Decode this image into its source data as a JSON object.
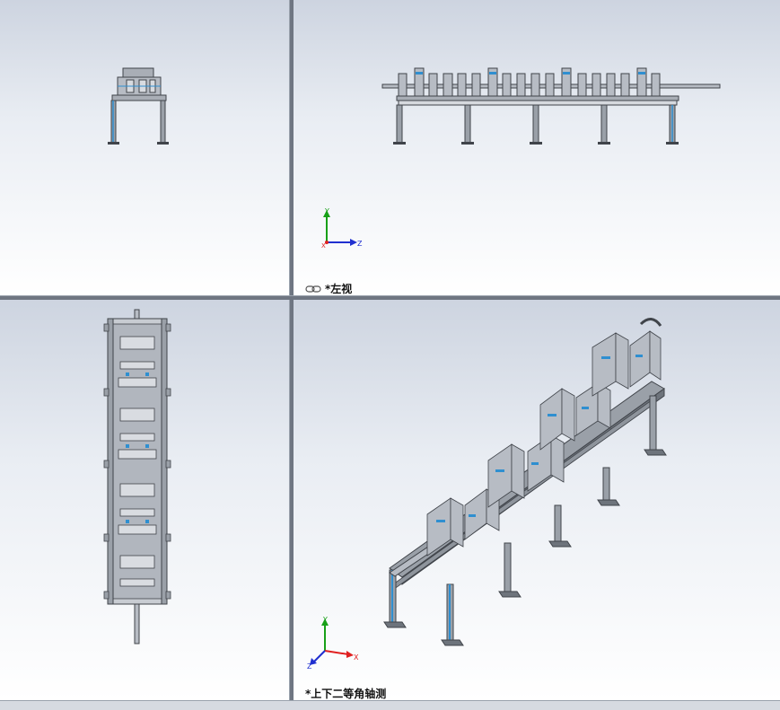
{
  "viewports": {
    "front": {},
    "left": {
      "label": "*左视"
    },
    "top": {},
    "isometric": {
      "label": "*上下二等角轴测"
    }
  },
  "triad": {
    "x": "X",
    "y": "Y",
    "z": "Z"
  },
  "colors": {
    "steel": "#a9aeb6",
    "steel_dark": "#40444a",
    "accent_blue": "#2f8fd0",
    "axis_x": "#e02020",
    "axis_y": "#18a018",
    "axis_z": "#2030d0"
  }
}
